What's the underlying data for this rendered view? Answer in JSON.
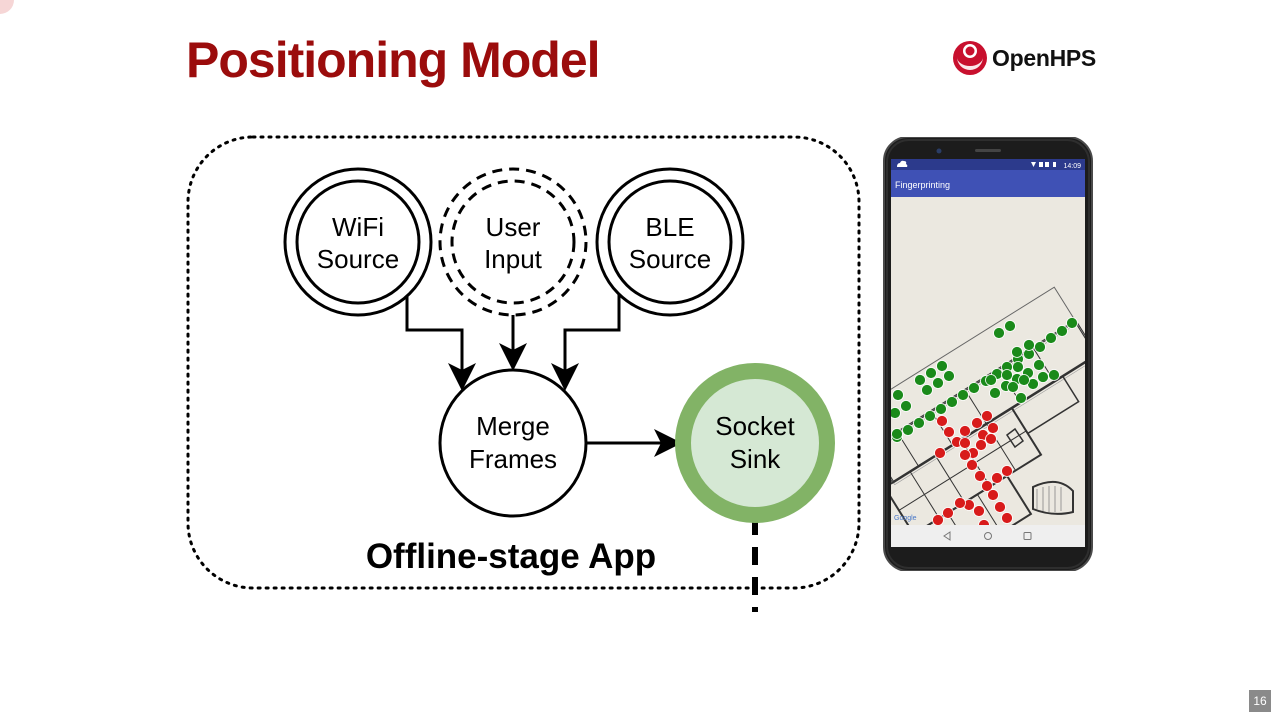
{
  "slide": {
    "title": "Positioning Model",
    "page_number": "16"
  },
  "logo": {
    "text": "OpenHPS",
    "color": "#c8102e"
  },
  "diagram": {
    "container_label": "Offline-stage App",
    "nodes": {
      "wifi_source": {
        "line1": "WiFi",
        "line2": "Source",
        "style": "double-circle"
      },
      "user_input": {
        "line1": "User",
        "line2": "Input",
        "style": "double-dashed-circle"
      },
      "ble_source": {
        "line1": "BLE",
        "line2": "Source",
        "style": "double-circle"
      },
      "merge_frames": {
        "line1": "Merge",
        "line2": "Frames",
        "style": "circle"
      },
      "socket_sink": {
        "line1": "Socket",
        "line2": "Sink",
        "style": "green-circle",
        "fill": "#d5e8d4",
        "border": "#82b366"
      }
    }
  },
  "phone": {
    "app_title": "Fingerprinting",
    "status_time": "14:09",
    "map_brand": "Google",
    "header_color": "#3f51b5",
    "nav_icons": [
      "back-icon",
      "home-icon",
      "recents-icon"
    ]
  }
}
